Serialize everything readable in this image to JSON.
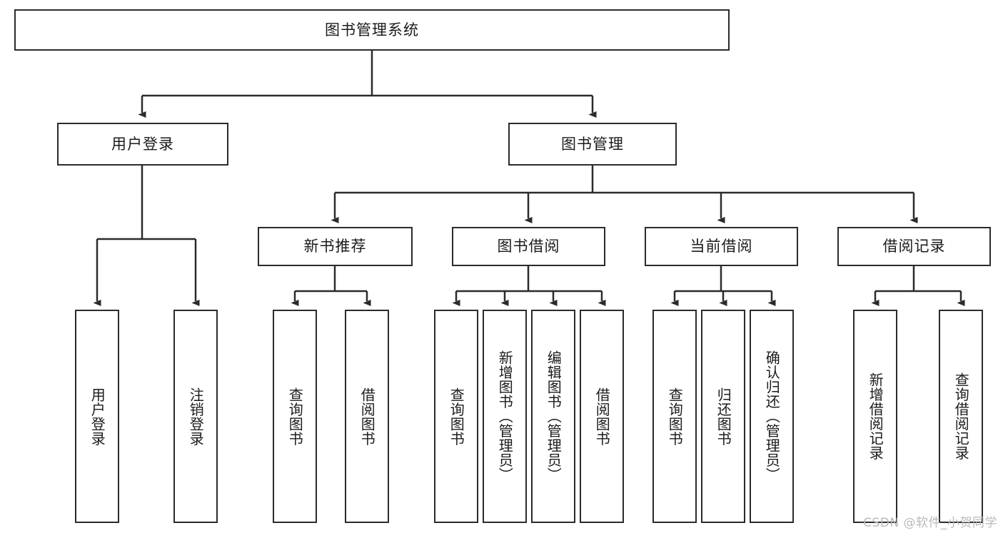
{
  "diagram": {
    "title": "图书管理系统",
    "type": "tree-hierarchy",
    "orientation": "top-down",
    "colors": {
      "box_border": "#2b2b2b",
      "box_fill": "#ffffff",
      "connector": "#2b2b2b",
      "text": "#1b1b1b",
      "watermark": "#b9b9b9",
      "background": "#ffffff"
    }
  },
  "watermark": {
    "text": "CSDN @软件_小贺同学"
  },
  "nodes": {
    "root": {
      "label": "图书管理系统"
    },
    "level1": [
      {
        "id": "user-login",
        "label": "用户登录"
      },
      {
        "id": "book-management",
        "label": "图书管理"
      }
    ],
    "level2": [
      {
        "id": "new-book-recommend",
        "label": "新书推荐"
      },
      {
        "id": "book-borrow",
        "label": "图书借阅"
      },
      {
        "id": "current-borrow",
        "label": "当前借阅"
      },
      {
        "id": "borrow-record",
        "label": "借阅记录"
      }
    ],
    "leaves": {
      "user-login": [
        {
          "id": "login",
          "label": "用户登录"
        },
        {
          "id": "logout",
          "label": "注销登录"
        }
      ],
      "new-book-recommend": [
        {
          "id": "query-book-1",
          "label": "查询图书"
        },
        {
          "id": "borrow-book-1",
          "label": "借阅图书"
        }
      ],
      "book-borrow": [
        {
          "id": "query-book-2",
          "label": "查询图书"
        },
        {
          "id": "add-book",
          "label": "新增图书（管理员）"
        },
        {
          "id": "edit-book",
          "label": "编辑图书（管理员）"
        },
        {
          "id": "borrow-book-2",
          "label": "借阅图书"
        }
      ],
      "current-borrow": [
        {
          "id": "query-book-3",
          "label": "查询图书"
        },
        {
          "id": "return-book",
          "label": "归还图书"
        },
        {
          "id": "confirm-return",
          "label": "确认归还（管理员）"
        }
      ],
      "borrow-record": [
        {
          "id": "add-borrow-record",
          "label": "新增借阅记录"
        },
        {
          "id": "query-borrow-record",
          "label": "查询借阅记录"
        }
      ]
    }
  },
  "edges": [
    {
      "from": "图书管理系统",
      "to": "用户登录"
    },
    {
      "from": "图书管理系统",
      "to": "图书管理"
    },
    {
      "from": "用户登录",
      "to": "用户登录"
    },
    {
      "from": "用户登录",
      "to": "注销登录"
    },
    {
      "from": "图书管理",
      "to": "新书推荐"
    },
    {
      "from": "图书管理",
      "to": "图书借阅"
    },
    {
      "from": "图书管理",
      "to": "当前借阅"
    },
    {
      "from": "图书管理",
      "to": "借阅记录"
    },
    {
      "from": "新书推荐",
      "to": "查询图书"
    },
    {
      "from": "新书推荐",
      "to": "借阅图书"
    },
    {
      "from": "图书借阅",
      "to": "查询图书"
    },
    {
      "from": "图书借阅",
      "to": "新增图书（管理员）"
    },
    {
      "from": "图书借阅",
      "to": "编辑图书（管理员）"
    },
    {
      "from": "图书借阅",
      "to": "借阅图书"
    },
    {
      "from": "当前借阅",
      "to": "查询图书"
    },
    {
      "from": "当前借阅",
      "to": "归还图书"
    },
    {
      "from": "当前借阅",
      "to": "确认归还（管理员）"
    },
    {
      "from": "借阅记录",
      "to": "新增借阅记录"
    },
    {
      "from": "借阅记录",
      "to": "查询借阅记录"
    }
  ]
}
